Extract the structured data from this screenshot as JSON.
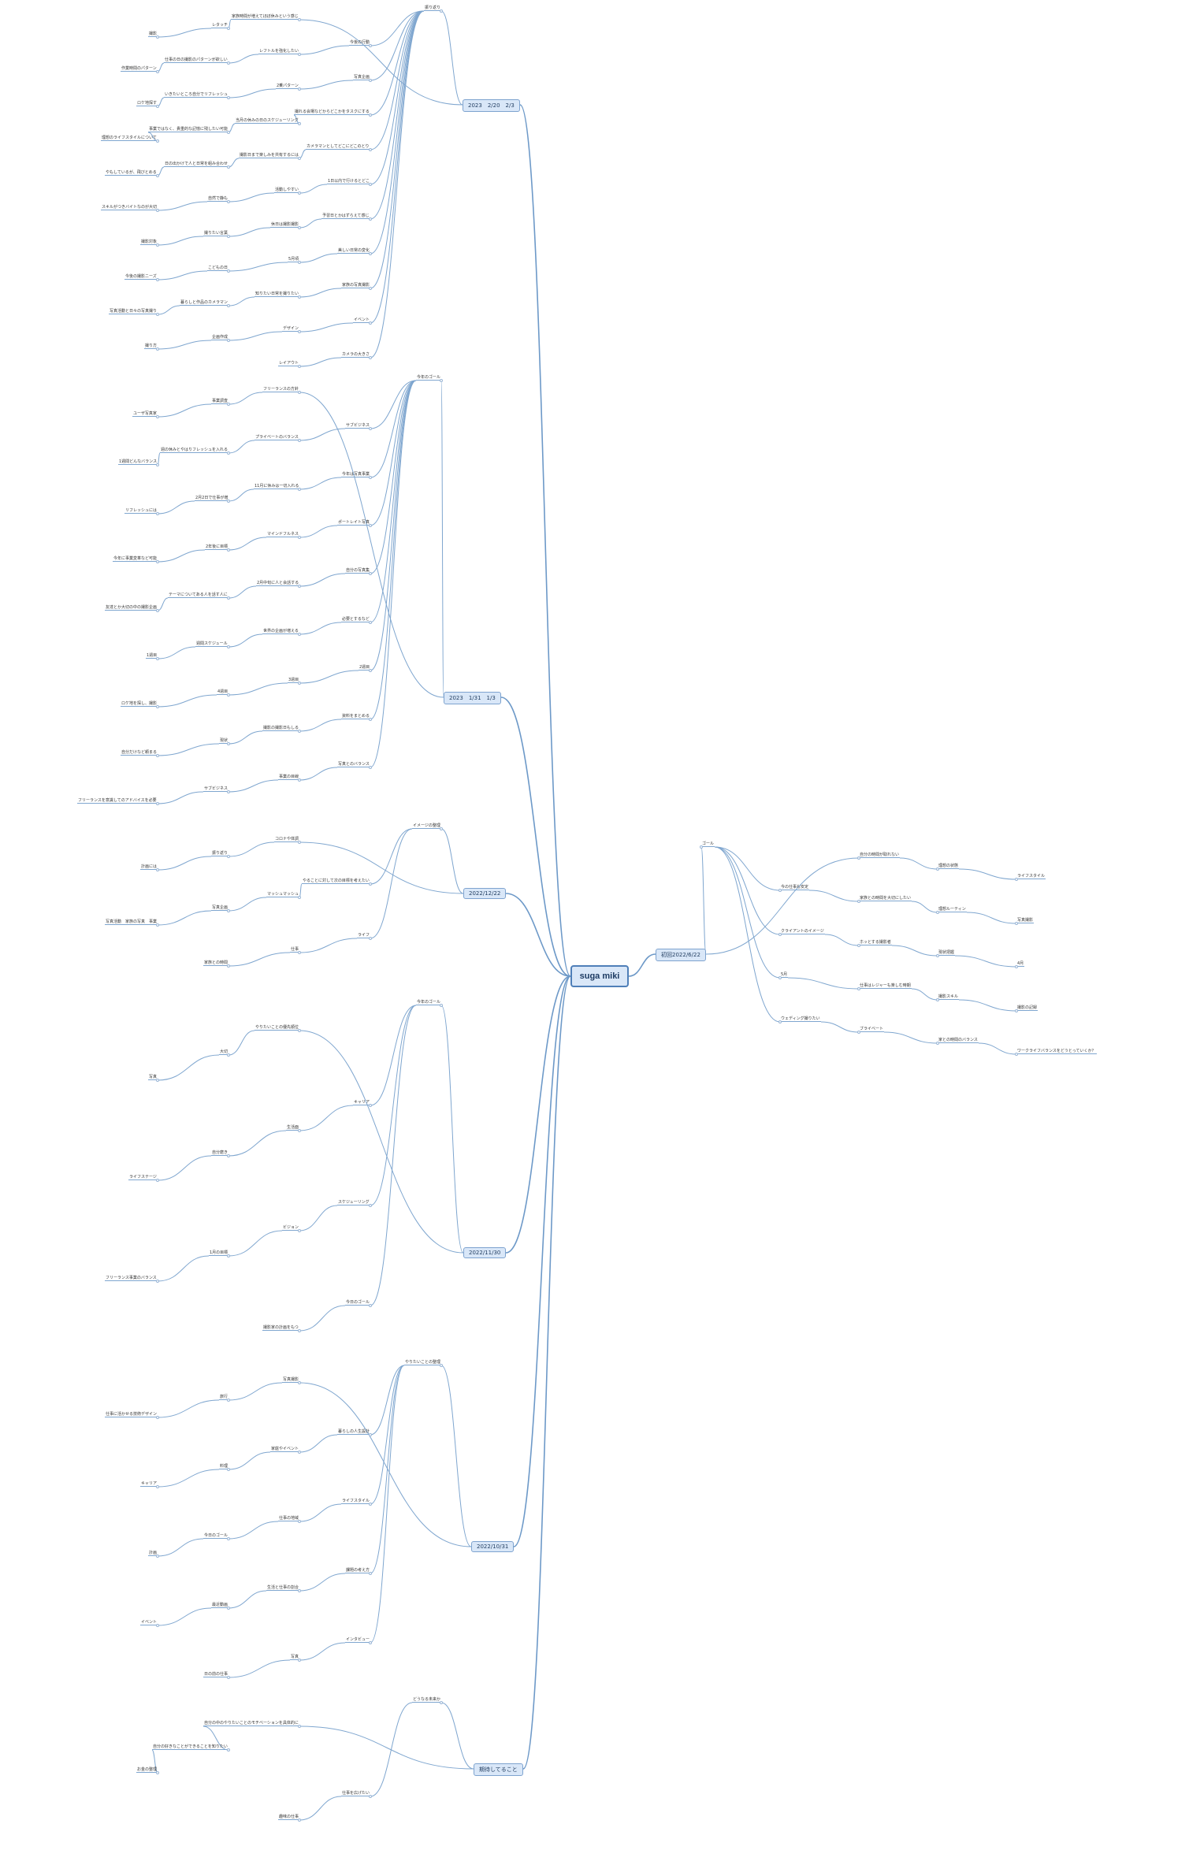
{
  "root": {
    "label": "suga miki"
  },
  "branches": [
    {
      "label": "2023　2/20　2/3",
      "side": "left"
    },
    {
      "label": "2023　1/31　1/3",
      "side": "left"
    },
    {
      "label": "2022/12/22",
      "side": "left"
    },
    {
      "label": "2022/11/30",
      "side": "left"
    },
    {
      "label": "2022/10/31",
      "side": "left"
    },
    {
      "label": "期待してること",
      "side": "left"
    },
    {
      "label": "初回2022/6/22",
      "side": "right"
    }
  ],
  "nodes": [
    {
      "branch": 0,
      "label": "振り返り"
    },
    {
      "branch": 0,
      "label": "家族時間が増えてほぼ休みという感じ"
    },
    {
      "branch": 0,
      "label": "レタッチ"
    },
    {
      "branch": 0,
      "label": "撮影"
    },
    {
      "branch": 0,
      "label": "今後の行動"
    },
    {
      "branch": 0,
      "label": "レフトルを強化したい"
    },
    {
      "branch": 0,
      "label": "仕事の日の撮影のパターンが欲しい"
    },
    {
      "branch": 0,
      "label": "作業時間のパターン"
    },
    {
      "branch": 0,
      "label": "写真企画"
    },
    {
      "branch": 0,
      "label": "2乗パターン"
    },
    {
      "branch": 0,
      "label": "いきたいところ自分でリフレッシュ"
    },
    {
      "branch": 0,
      "label": "ロケ地探す"
    },
    {
      "branch": 0,
      "label": "撮れる会場などからどこかをタスクにする"
    },
    {
      "branch": 0,
      "label": "当月の休みの日のスケジューリング"
    },
    {
      "branch": 0,
      "label": "事業ではなく、貴重的な記憶に残したい可能"
    },
    {
      "branch": 0,
      "label": "理想のライフスタイルについて"
    },
    {
      "branch": 0,
      "label": "カメラマンとしてどこにどこのとり"
    },
    {
      "branch": 0,
      "label": "撮影日まで楽しみを共有するには"
    },
    {
      "branch": 0,
      "label": "日の出かけで人と日常を組み合わせ"
    },
    {
      "branch": 0,
      "label": "やもしているが、飛びとめる"
    },
    {
      "branch": 0,
      "label": "1日以内で行けるとどこ"
    },
    {
      "branch": 0,
      "label": "活動しやすい"
    },
    {
      "branch": 0,
      "label": "自然で静も"
    },
    {
      "branch": 0,
      "label": "スキルがつきバイトなのが大切"
    },
    {
      "branch": 0,
      "label": "予習日とかはずらえて感じ"
    },
    {
      "branch": 0,
      "label": "休日は撮影撮影"
    },
    {
      "branch": 0,
      "label": "撮りたい言葉"
    },
    {
      "branch": 0,
      "label": "撮影対象"
    },
    {
      "branch": 0,
      "label": "美しい日常の変化"
    },
    {
      "branch": 0,
      "label": "5月頃"
    },
    {
      "branch": 0,
      "label": "こどもの日"
    },
    {
      "branch": 0,
      "label": "今後の撮影ニーズ"
    },
    {
      "branch": 0,
      "label": "家族の写真撮影"
    },
    {
      "branch": 0,
      "label": "知りたい日常を撮りたい"
    },
    {
      "branch": 0,
      "label": "暮らしと作品のカメラマン"
    },
    {
      "branch": 0,
      "label": "写真活動と日々の写真撮り"
    },
    {
      "branch": 0,
      "label": "イベント"
    },
    {
      "branch": 0,
      "label": "デザイン"
    },
    {
      "branch": 0,
      "label": "企画作成"
    },
    {
      "branch": 0,
      "label": "撮り方"
    },
    {
      "branch": 0,
      "label": "カメラの大きさ"
    },
    {
      "branch": 0,
      "label": "レイアウト"
    },
    {
      "branch": 1,
      "label": "今年のゴール"
    },
    {
      "branch": 1,
      "label": "フリーランスの方針"
    },
    {
      "branch": 1,
      "label": "事業調査"
    },
    {
      "branch": 1,
      "label": "ユーザ写真家"
    },
    {
      "branch": 1,
      "label": "サブビジネス"
    },
    {
      "branch": 1,
      "label": "プライベートのバランス"
    },
    {
      "branch": 1,
      "label": "週の休みとやはりフレッシュを入れる"
    },
    {
      "branch": 1,
      "label": "1週間どんなバランス"
    },
    {
      "branch": 1,
      "label": "今年は写真事業"
    },
    {
      "branch": 1,
      "label": "11月に休みは一切入れる"
    },
    {
      "branch": 1,
      "label": "2月2日で仕事が増"
    },
    {
      "branch": 1,
      "label": "リフレッシュには"
    },
    {
      "branch": 1,
      "label": "ポートレイト写真"
    },
    {
      "branch": 1,
      "label": "マインドフルネス"
    },
    {
      "branch": 1,
      "label": "2年後に目標"
    },
    {
      "branch": 1,
      "label": "今年に事業変革など可能"
    },
    {
      "branch": 1,
      "label": "自分の写真集"
    },
    {
      "branch": 1,
      "label": "2月中旬に人と会話する"
    },
    {
      "branch": 1,
      "label": "テーマについてある人を話す人に"
    },
    {
      "branch": 1,
      "label": "友達とか大切の中の撮影企画"
    },
    {
      "branch": 1,
      "label": "必要とするなど"
    },
    {
      "branch": 1,
      "label": "世界の企画が増える"
    },
    {
      "branch": 1,
      "label": "週間スケジュール"
    },
    {
      "branch": 1,
      "label": "1週目"
    },
    {
      "branch": 1,
      "label": "2週目"
    },
    {
      "branch": 1,
      "label": "3週目"
    },
    {
      "branch": 1,
      "label": "4週目"
    },
    {
      "branch": 1,
      "label": "ロケ地を探し、撮影"
    },
    {
      "branch": 1,
      "label": "資料をまとめる"
    },
    {
      "branch": 1,
      "label": "撮影の撮影日もしる"
    },
    {
      "branch": 1,
      "label": "現状"
    },
    {
      "branch": 1,
      "label": "自分だけなど頼まる"
    },
    {
      "branch": 1,
      "label": "写真とのバランス"
    },
    {
      "branch": 1,
      "label": "事業の目線"
    },
    {
      "branch": 1,
      "label": "サブビジネス"
    },
    {
      "branch": 1,
      "label": "フリーランスを意識してのアドバイスを必要"
    },
    {
      "branch": 2,
      "label": "イメージの整理"
    },
    {
      "branch": 2,
      "label": "コロナや体調"
    },
    {
      "branch": 2,
      "label": "振り返り"
    },
    {
      "branch": 2,
      "label": "計画には"
    },
    {
      "branch": 2,
      "label": "やることに対して次の目標を考えたい"
    },
    {
      "branch": 2,
      "label": "マッシュマッシュ"
    },
    {
      "branch": 2,
      "label": "写真企画"
    },
    {
      "branch": 2,
      "label": "写真活動　家族の写真　事業"
    },
    {
      "branch": 2,
      "label": "ライフ"
    },
    {
      "branch": 2,
      "label": "仕事"
    },
    {
      "branch": 2,
      "label": "家族との時間"
    },
    {
      "branch": 3,
      "label": "今年のゴール"
    },
    {
      "branch": 3,
      "label": "やりたいことの優先順位"
    },
    {
      "branch": 3,
      "label": "大切"
    },
    {
      "branch": 3,
      "label": "写真"
    },
    {
      "branch": 3,
      "label": "キャリア"
    },
    {
      "branch": 3,
      "label": "生活面"
    },
    {
      "branch": 3,
      "label": "自分磨き"
    },
    {
      "branch": 3,
      "label": "ライフステージ"
    },
    {
      "branch": 3,
      "label": "スケジューリング"
    },
    {
      "branch": 3,
      "label": "ビジョン"
    },
    {
      "branch": 3,
      "label": "1月の目標"
    },
    {
      "branch": 3,
      "label": "フリーランス事業のバランス"
    },
    {
      "branch": 3,
      "label": "今日のゴール"
    },
    {
      "branch": 3,
      "label": "撮影家の計画をもつ"
    },
    {
      "branch": 4,
      "label": "やりたいことの整理"
    },
    {
      "branch": 4,
      "label": "写真撮影"
    },
    {
      "branch": 4,
      "label": "旅行"
    },
    {
      "branch": 4,
      "label": "仕事に活かせる技術デザイン"
    },
    {
      "branch": 4,
      "label": "暮らしの人生設計"
    },
    {
      "branch": 4,
      "label": "家庭やイベント"
    },
    {
      "branch": 4,
      "label": "料理"
    },
    {
      "branch": 4,
      "label": "キャリア"
    },
    {
      "branch": 4,
      "label": "ライフスタイル"
    },
    {
      "branch": 4,
      "label": "仕事の地域"
    },
    {
      "branch": 4,
      "label": "今日のゴール"
    },
    {
      "branch": 4,
      "label": "計画"
    },
    {
      "branch": 4,
      "label": "課題の考え方"
    },
    {
      "branch": 4,
      "label": "生活と仕事の割合"
    },
    {
      "branch": 4,
      "label": "最近動画"
    },
    {
      "branch": 4,
      "label": "イベント"
    },
    {
      "branch": 4,
      "label": "インタビュー"
    },
    {
      "branch": 4,
      "label": "写真"
    },
    {
      "branch": 4,
      "label": "日の前の仕事"
    },
    {
      "branch": 5,
      "label": "どうなる未来か"
    },
    {
      "branch": 5,
      "label": "自分の中のやりたいことのモチベーションを具体的に"
    },
    {
      "branch": 5,
      "label": "自分の好きなことができることを知りたい"
    },
    {
      "branch": 5,
      "label": "お金の整理"
    },
    {
      "branch": 5,
      "label": "仕事を広げたい"
    },
    {
      "branch": 5,
      "label": "趣味の仕事"
    },
    {
      "branch": 6,
      "label": "ゴール"
    },
    {
      "branch": 6,
      "label": "自分の時間が取れない"
    },
    {
      "branch": 6,
      "label": "理想の状態"
    },
    {
      "branch": 6,
      "label": "ライフスタイル"
    },
    {
      "branch": 6,
      "label": "今の仕事も安定"
    },
    {
      "branch": 6,
      "label": "家族との時間を大切にしたい"
    },
    {
      "branch": 6,
      "label": "理想ルーティン"
    },
    {
      "branch": 6,
      "label": "写真撮影"
    },
    {
      "branch": 6,
      "label": "クライアントのイメージ"
    },
    {
      "branch": 6,
      "label": "ホッとする撮影者"
    },
    {
      "branch": 6,
      "label": "現状把握"
    },
    {
      "branch": 6,
      "label": "4月"
    },
    {
      "branch": 6,
      "label": "5月"
    },
    {
      "branch": 6,
      "label": "仕事はレジャーも楽しむ時期"
    },
    {
      "branch": 6,
      "label": "撮影スキル"
    },
    {
      "branch": 6,
      "label": "撮影の記録"
    },
    {
      "branch": 6,
      "label": "ウェディング撮りたい"
    },
    {
      "branch": 6,
      "label": "ブライベート"
    },
    {
      "branch": 6,
      "label": "家との時間のバランス"
    },
    {
      "branch": 6,
      "label": "ワークライフバランスをどうとっていくか？"
    }
  ],
  "colors": {
    "edge": "#7fa6cf",
    "box_fill": "#d9e7f8",
    "box_border": "#7ea3cf",
    "root_border": "#4f7fb8",
    "text": "#333333"
  }
}
